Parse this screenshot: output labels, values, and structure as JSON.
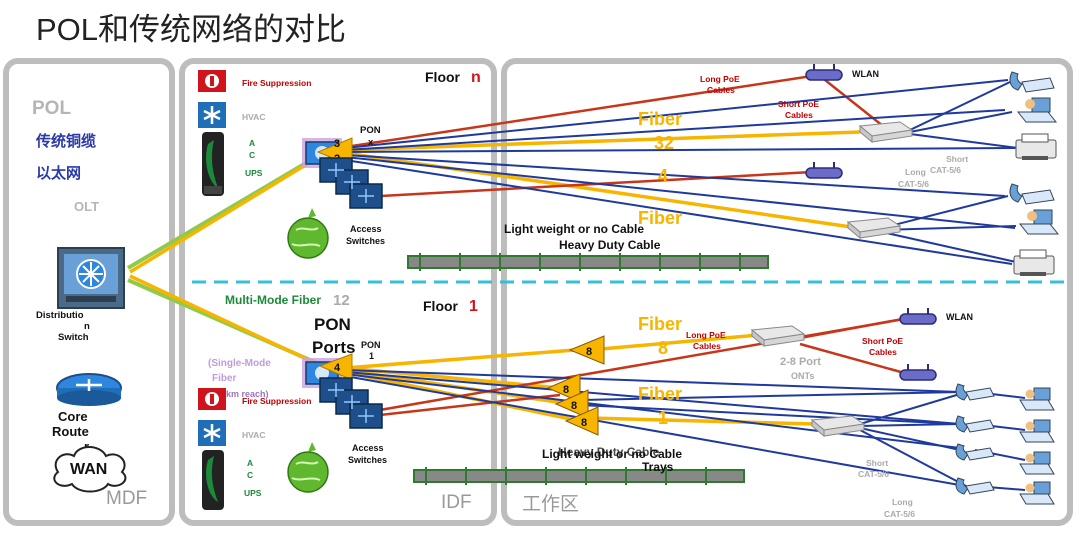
{
  "title": "POL和传统网络的对比",
  "legend": {
    "pol": "POL",
    "copper": "传统铜缆",
    "ethernet": "以太网",
    "olt": "OLT"
  },
  "zones": {
    "mdf": "MDF",
    "idf": "IDF",
    "work": "工作区"
  },
  "mdf": {
    "dist_switch_1": "Distributio",
    "dist_switch_2": "n",
    "dist_switch_3": "Switch",
    "core_router_1": "Core",
    "core_router_2": "Route",
    "core_router_3": "r",
    "wan": "WAN"
  },
  "idf": {
    "fire_suppression": "Fire Suppression",
    "hvac": "HVAC",
    "ac": "A",
    "ac2": "C",
    "ups": "UPS",
    "floor_n_label": "Floor",
    "floor_n_value": "n",
    "floor_1_label": "Floor",
    "floor_1_value": "1",
    "pon_x_1": "PON",
    "pon_x_2": "x",
    "pon_ports_1": "PON",
    "pon_ports_2": "Ports",
    "pon_1_1": "PON",
    "pon_1_2": "1",
    "access_switches_1": "Access",
    "access_switches_2": "Switches",
    "multimode_fiber": "Multi-Mode Fiber",
    "multimode_num": "12",
    "single_mode_1": "(Single-Mode",
    "single_mode_2": "Fiber",
    "single_mode_3": "km reach)",
    "port3": "3",
    "port2": "2",
    "port4": "4",
    "splitter": "8"
  },
  "work": {
    "wlan": "WLAN",
    "long_poe_1": "Long PoE",
    "long_poe_2": "Cables",
    "short_poe_1": "Short PoE",
    "short_poe_2": "Cables",
    "fiber": "Fiber",
    "fiber_32": "32",
    "fiber_4": "4",
    "fiber_8": "8",
    "fiber_1": "1",
    "long_cat": "Long",
    "long_cat_2": "CAT-5/6",
    "short_cat": "Short",
    "short_cat_2": "CAT-5/6",
    "light_cable": "Light weight or no Cable",
    "heavy_cable": "Heavy Duty Cable",
    "trays": "Trays",
    "ports_2_8": "2-8 Port",
    "onts": "ONTs"
  },
  "colors": {
    "fiber_orange": "#f7b500",
    "green_link": "#92c94a",
    "copper_blue": "#1f3a9c",
    "poe_red": "#c8361a",
    "panel_border": "#bdbdbd",
    "divider": "#33c0d8"
  }
}
